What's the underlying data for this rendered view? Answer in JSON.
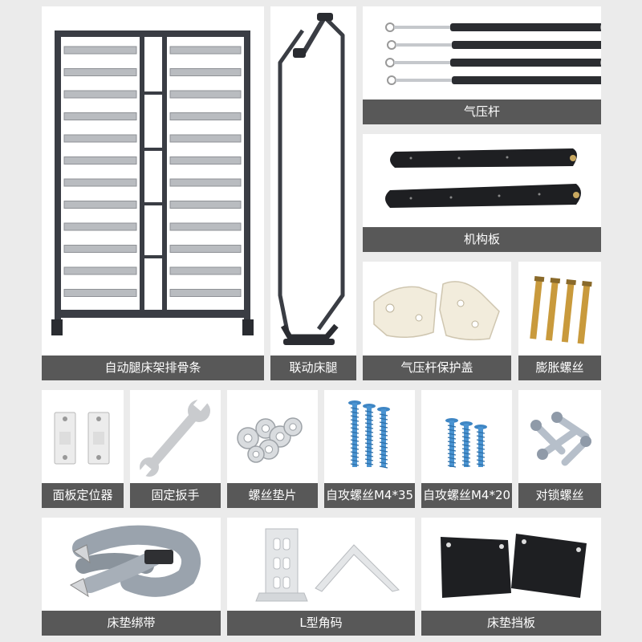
{
  "colors": {
    "background": "#ebebeb",
    "card": "#ffffff",
    "label_bar": "#585858",
    "label_text": "#ffffff"
  },
  "items": [
    {
      "name": "自动腿床架排骨条",
      "icon": "bed-frame-slats-icon"
    },
    {
      "name": "联动床腿",
      "icon": "linked-bed-leg-icon"
    },
    {
      "name": "气压杆",
      "icon": "gas-strut-icon"
    },
    {
      "name": "机构板",
      "icon": "mechanism-plate-icon"
    },
    {
      "name": "气压杆保护盖",
      "icon": "gas-strut-cover-icon"
    },
    {
      "name": "膨胀螺丝",
      "icon": "expansion-bolt-icon"
    },
    {
      "name": "面板定位器",
      "icon": "panel-locator-icon"
    },
    {
      "name": "固定扳手",
      "icon": "wrench-icon"
    },
    {
      "name": "螺丝垫片",
      "icon": "washer-icon"
    },
    {
      "name": "自攻螺丝M4*35",
      "icon": "self-tapping-screw-icon"
    },
    {
      "name": "自攻螺丝M4*20",
      "icon": "self-tapping-screw-icon"
    },
    {
      "name": "对锁螺丝",
      "icon": "lock-bolt-icon"
    },
    {
      "name": "床垫绑带",
      "icon": "mattress-strap-icon"
    },
    {
      "name": "L型角码",
      "icon": "l-bracket-icon"
    },
    {
      "name": "床垫挡板",
      "icon": "mattress-stopper-icon"
    }
  ]
}
